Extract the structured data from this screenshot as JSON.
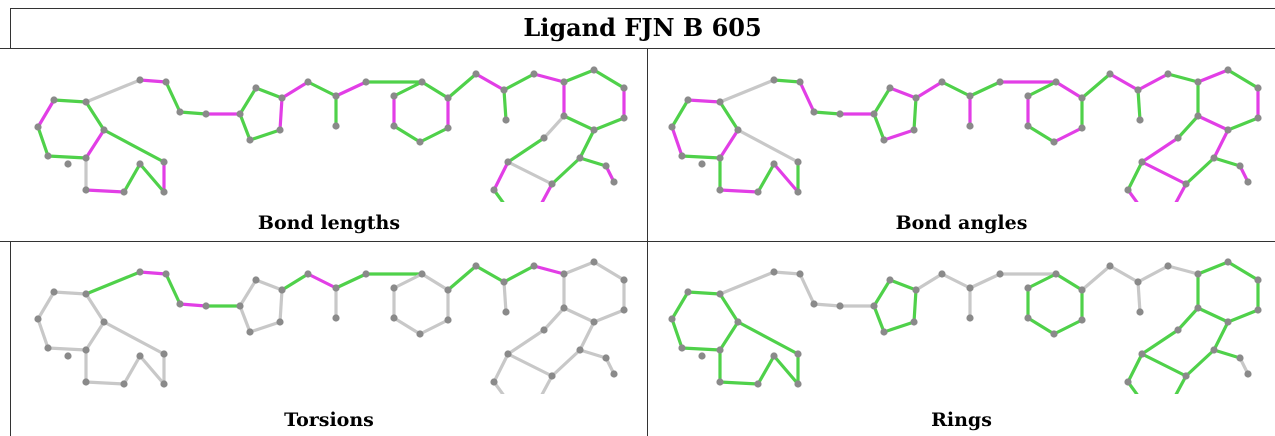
{
  "title": "Ligand FJN B 605",
  "colors": {
    "green": "#4fd14a",
    "magenta": "#e23ee6",
    "gray": "#c8c8c8",
    "atom": "#8a8a8a"
  },
  "panels": [
    {
      "key": "bond-lengths",
      "caption": "Bond lengths"
    },
    {
      "key": "bond-angles",
      "caption": "Bond angles"
    },
    {
      "key": "torsions",
      "caption": "Torsions"
    },
    {
      "key": "rings",
      "caption": "Rings"
    }
  ]
}
